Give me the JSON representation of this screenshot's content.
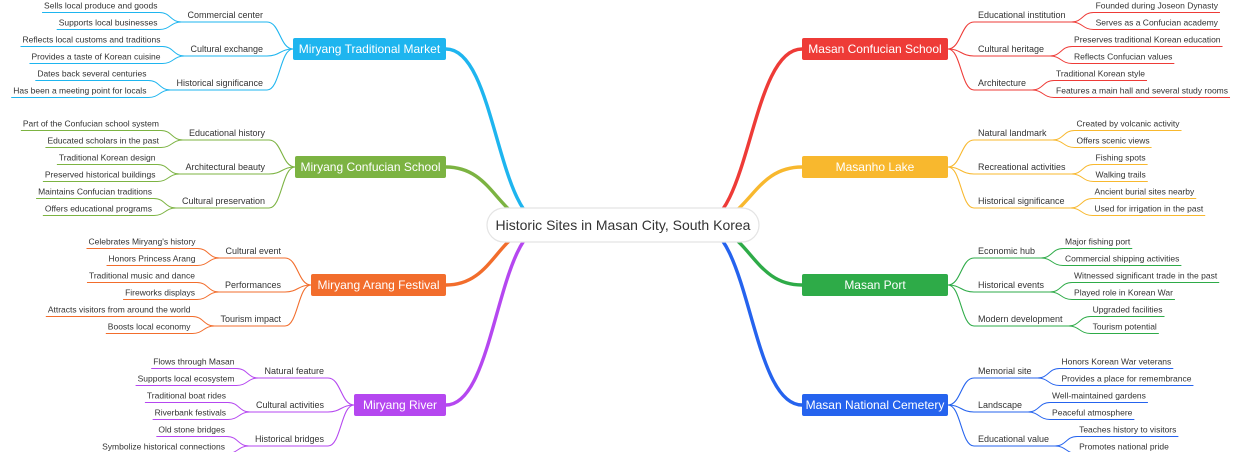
{
  "root": {
    "label": "Historic Sites in Masan City, South Korea"
  },
  "branches": [
    {
      "id": "miryang-traditional-market",
      "side": "left",
      "label": "Miryang Traditional Market",
      "color": "#1EB5EF",
      "children": [
        {
          "label": "Commercial center",
          "leaves": [
            "Sells local produce and goods",
            "Supports local businesses"
          ]
        },
        {
          "label": "Cultural exchange",
          "leaves": [
            "Reflects local customs and traditions",
            "Provides a taste of Korean cuisine"
          ]
        },
        {
          "label": "Historical significance",
          "leaves": [
            "Dates back several centuries",
            "Has been a meeting point for locals"
          ]
        }
      ]
    },
    {
      "id": "miryang-confucian-school",
      "side": "left",
      "label": "Miryang Confucian School",
      "color": "#7CB342",
      "children": [
        {
          "label": "Educational history",
          "leaves": [
            "Part of the Confucian school system",
            "Educated scholars in the past"
          ]
        },
        {
          "label": "Architectural beauty",
          "leaves": [
            "Traditional Korean design",
            "Preserved historical buildings"
          ]
        },
        {
          "label": "Cultural preservation",
          "leaves": [
            "Maintains Confucian traditions",
            "Offers educational programs"
          ]
        }
      ]
    },
    {
      "id": "miryang-arang-festival",
      "side": "left",
      "label": "Miryang Arang Festival",
      "color": "#F26D2C",
      "children": [
        {
          "label": "Cultural event",
          "leaves": [
            "Celebrates Miryang's history",
            "Honors Princess Arang"
          ]
        },
        {
          "label": "Performances",
          "leaves": [
            "Traditional music and dance",
            "Fireworks displays"
          ]
        },
        {
          "label": "Tourism impact",
          "leaves": [
            "Attracts visitors from around the world",
            "Boosts local economy"
          ]
        }
      ]
    },
    {
      "id": "miryang-river",
      "side": "left",
      "label": "Miryang River",
      "color": "#B547F0",
      "children": [
        {
          "label": "Natural feature",
          "leaves": [
            "Flows through Masan",
            "Supports local ecosystem"
          ]
        },
        {
          "label": "Cultural activities",
          "leaves": [
            "Traditional boat rides",
            "Riverbank festivals"
          ]
        },
        {
          "label": "Historical bridges",
          "leaves": [
            "Old stone bridges",
            "Symbolize historical connections"
          ]
        }
      ]
    },
    {
      "id": "masan-confucian-school",
      "side": "right",
      "label": "Masan Confucian School",
      "color": "#EE3B37",
      "children": [
        {
          "label": "Educational institution",
          "leaves": [
            "Founded during Joseon Dynasty",
            "Serves as a Confucian academy"
          ]
        },
        {
          "label": "Cultural heritage",
          "leaves": [
            "Preserves traditional Korean education",
            "Reflects Confucian values"
          ]
        },
        {
          "label": "Architecture",
          "leaves": [
            "Traditional Korean style",
            "Features a main hall and several study rooms"
          ]
        }
      ]
    },
    {
      "id": "masanho-lake",
      "side": "right",
      "label": "Masanho Lake",
      "color": "#F8B82E",
      "children": [
        {
          "label": "Natural landmark",
          "leaves": [
            "Created by volcanic activity",
            "Offers scenic views"
          ]
        },
        {
          "label": "Recreational activities",
          "leaves": [
            "Fishing spots",
            "Walking trails"
          ]
        },
        {
          "label": "Historical significance",
          "leaves": [
            "Ancient burial sites nearby",
            "Used for irrigation in the past"
          ]
        }
      ]
    },
    {
      "id": "masan-port",
      "side": "right",
      "label": "Masan Port",
      "color": "#2EAB48",
      "children": [
        {
          "label": "Economic hub",
          "leaves": [
            "Major fishing port",
            "Commercial shipping activities"
          ]
        },
        {
          "label": "Historical events",
          "leaves": [
            "Witnessed significant trade in the past",
            "Played role in Korean War"
          ]
        },
        {
          "label": "Modern development",
          "leaves": [
            "Upgraded facilities",
            "Tourism potential"
          ]
        }
      ]
    },
    {
      "id": "masan-national-cemetery",
      "side": "right",
      "label": "Masan National Cemetery",
      "color": "#2563EE",
      "children": [
        {
          "label": "Memorial site",
          "leaves": [
            "Honors Korean War veterans",
            "Provides a place for remembrance"
          ]
        },
        {
          "label": "Landscape",
          "leaves": [
            "Well-maintained gardens",
            "Peaceful atmosphere"
          ]
        },
        {
          "label": "Educational value",
          "leaves": [
            "Teaches history to visitors",
            "Promotes national pride"
          ]
        }
      ]
    }
  ]
}
